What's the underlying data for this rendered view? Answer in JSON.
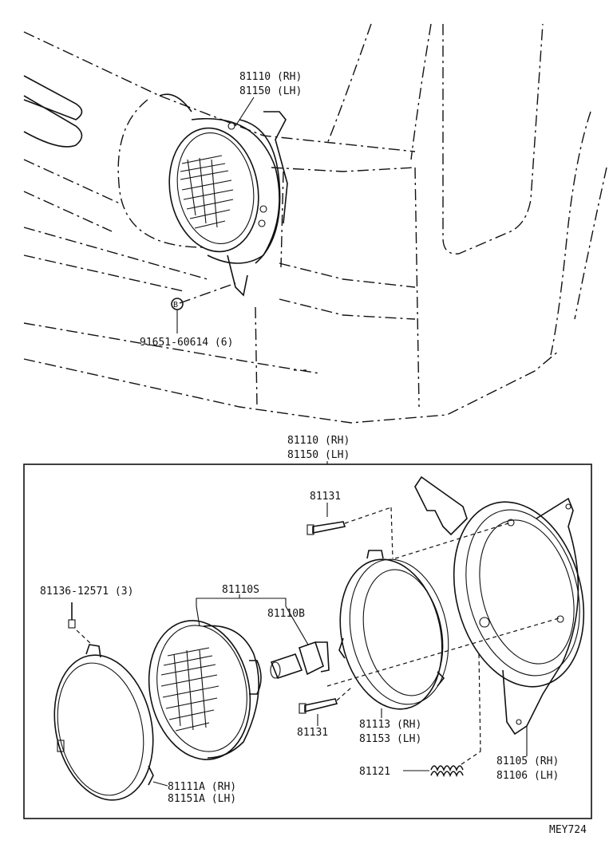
{
  "callouts": {
    "upper_assembly_rh": "81110 (RH)",
    "upper_assembly_lh": "81150 (LH)",
    "screw_circle_letter": "B",
    "screw_part": "91651-60614 (6)",
    "box_assembly_rh": "81110 (RH)",
    "box_assembly_lh": "81150 (LH)",
    "screw_top": "81131",
    "screw_left": "81136-12571 (3)",
    "sealed_beam": "81110S",
    "bulb": "81110B",
    "screw_bottom": "81131",
    "ring_rh": "81113 (RH)",
    "ring_lh": "81153 (LH)",
    "bracket_rh": "81105 (RH)",
    "bracket_lh": "81106 (LH)",
    "spring": "81121",
    "retainer_rh": "81111A (RH)",
    "retainer_lh": "81151A (LH)",
    "diagram_code": "MEY724"
  }
}
